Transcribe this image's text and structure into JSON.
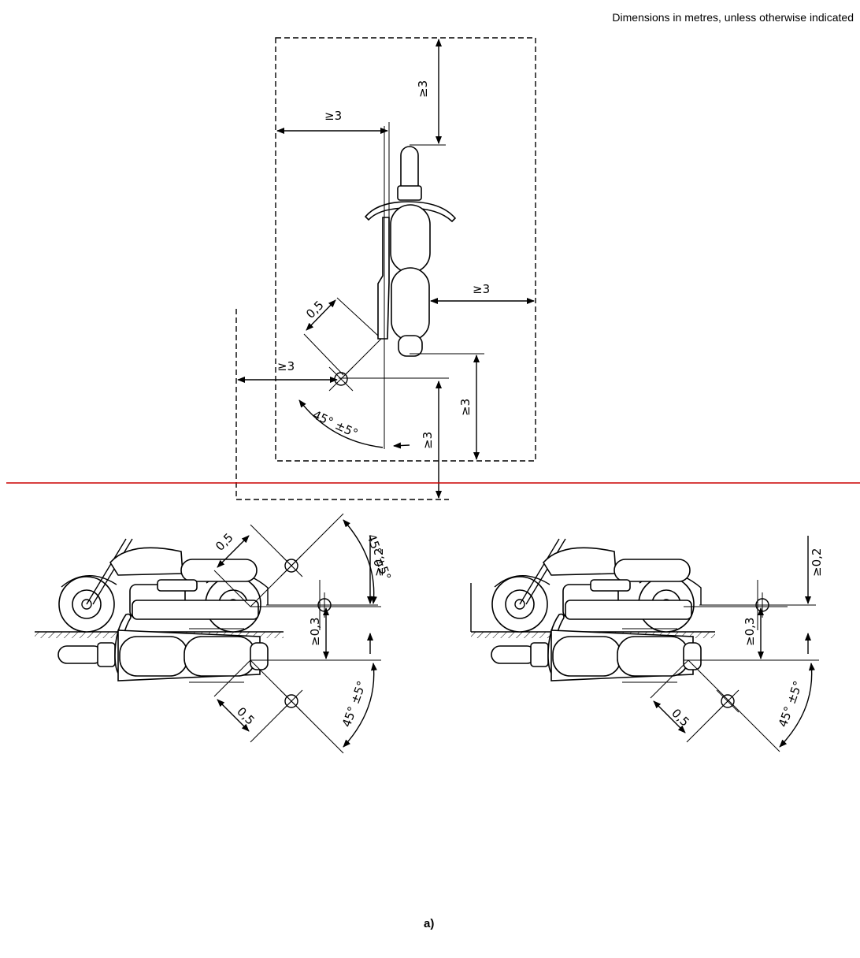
{
  "header": {
    "note": "Dimensions in metres, unless otherwise indicated"
  },
  "caption": "a)",
  "top_view": {
    "dim_front": "≥3",
    "dim_left": "≥3",
    "dim_right": "≥3",
    "dim_rear": "≥3",
    "dim_left_outer": "≥3",
    "dim_rear_outer": "≥3",
    "mic_distance": "0,5",
    "angle": "45° ±5°"
  },
  "side_views": {
    "height": "≥0,2"
  },
  "plan_views": {
    "offset": "≥0,3",
    "mic_distance": "0,5",
    "angle": "45° ±5°"
  },
  "colors": {
    "separator": "#cc0000",
    "line": "#000000"
  }
}
